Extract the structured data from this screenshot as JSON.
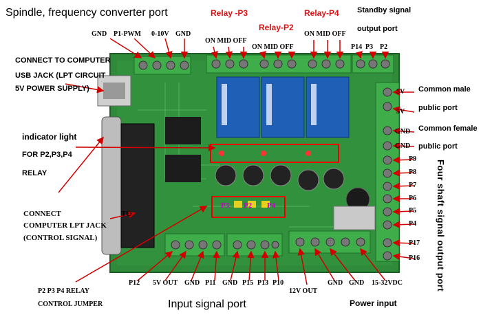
{
  "titles": {
    "spindle": "Spindle, frequency converter port",
    "input": "Input signal port",
    "power": "Power input",
    "four_shaft": "Four shaft signal output port"
  },
  "relays": {
    "p3": "Relay -P3",
    "p2": "Relay-P2",
    "p4": "Relay-P4",
    "on_mid_off": "ON MID OFF"
  },
  "standby": {
    "line1": "Standby signal",
    "line2": "output port"
  },
  "top_pins": {
    "gnd": "GND",
    "p1pwm": "P1-PWM",
    "v010": "0-10V",
    "gnd2": "GND",
    "p14": "P14",
    "p3": "P3",
    "p2": "P2"
  },
  "left": {
    "usb1": "CONNECT TO COMPUTER",
    "usb2": "USB JACK (LPT CIRCUIT",
    "usb3": "5V POWER SUPPLY)",
    "ind1": "indicator light",
    "ind2": "FOR P2,P3,P4",
    "ind3": "RELAY",
    "lpt1": "CONNECT",
    "lpt_to": "TO",
    "lpt2": "COMPUTER LPT JACK",
    "lpt3": "(CONTROL SIGNAL)",
    "jmp1": "P2 P3 P4 RELAY",
    "jmp2": "CONTROL  JUMPER"
  },
  "right": {
    "male1": "Common male",
    "male2": "public port",
    "female1": "Common female",
    "female2": "public port",
    "pins": [
      "5V",
      "5V",
      "GND",
      "GND",
      "P9",
      "P8",
      "P7",
      "P6",
      "P5",
      "P4",
      "P17",
      "P16"
    ]
  },
  "bottom_pins": {
    "p12": "P12",
    "v5out": "5V OUT",
    "gnd1": "GND",
    "p11": "P11",
    "gnd2": "GND",
    "p15": "P15",
    "p13": "P13",
    "p10": "P10",
    "v12out": "12V OUT",
    "gnd3": "GND",
    "gnd4": "GND",
    "vdc": "15-32VDC"
  },
  "jumpers": {
    "p3": "P3",
    "p2": "P2",
    "p4": "P4"
  },
  "colors": {
    "board": "#2f8a3a",
    "terminal": "#3fae4a",
    "relay": "#1f5fb5",
    "arrow": "#d10000"
  }
}
